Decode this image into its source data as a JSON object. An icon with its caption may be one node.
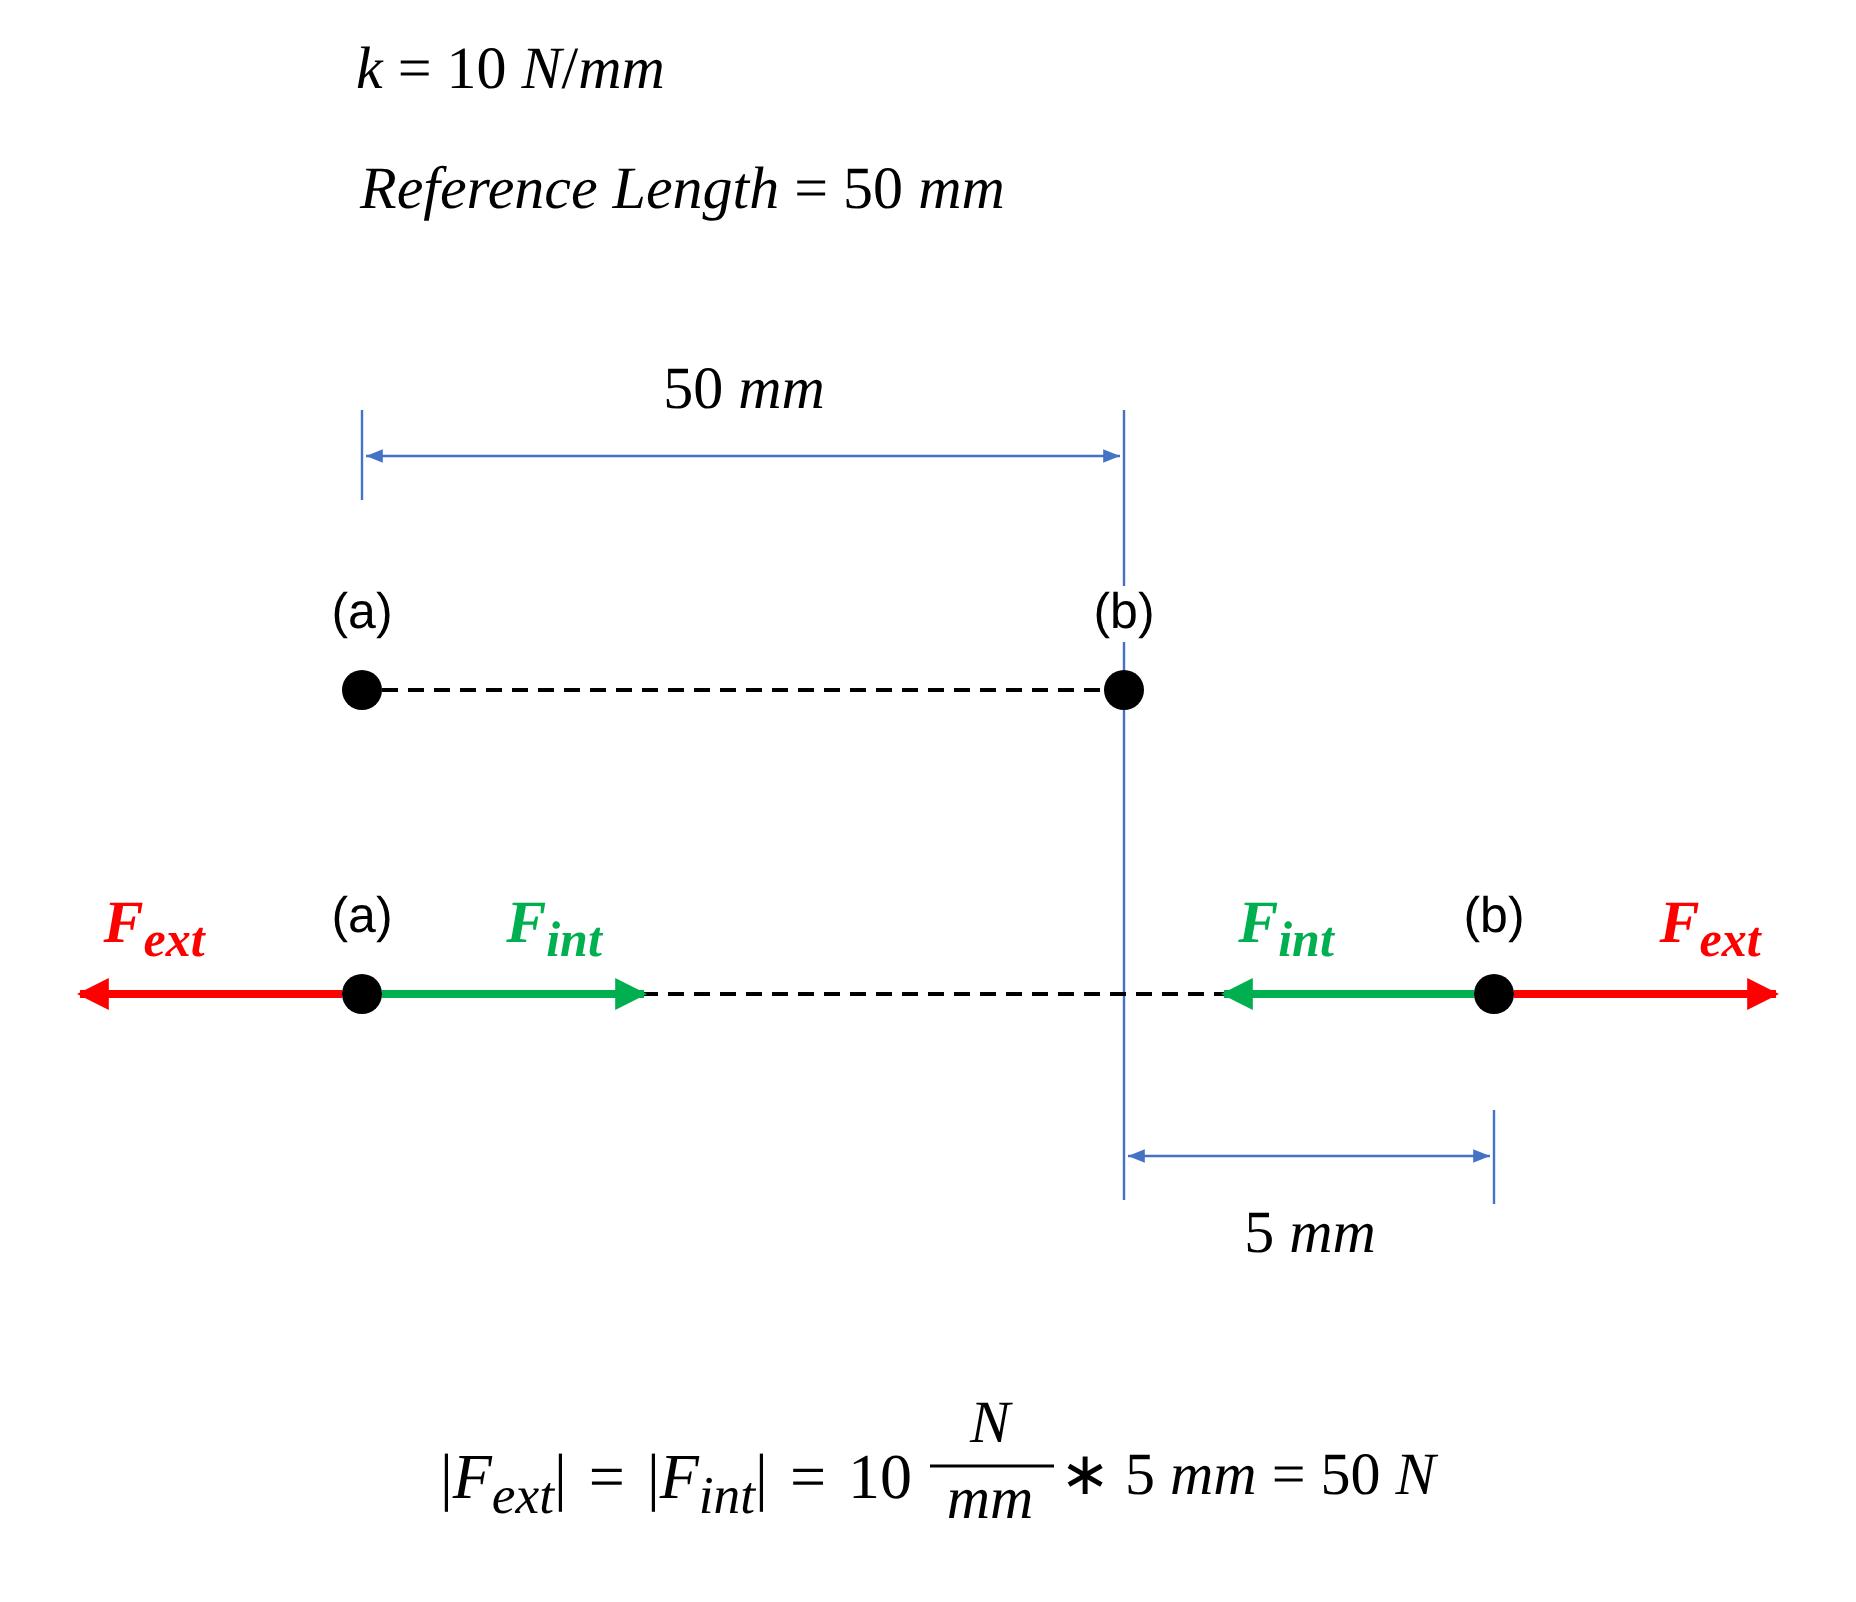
{
  "diagram": {
    "nodes": [
      {
        "text": [],
        "shape": "circle",
        "beside": [
          "(a)"
        ]
      },
      {
        "text": [],
        "shape": "circle",
        "beside": [
          "(b)"
        ]
      },
      {
        "text": [],
        "shape": "circle",
        "beside": [
          "(a)"
        ]
      },
      {
        "text": [],
        "shape": "circle",
        "beside": [
          "(b)"
        ]
      }
    ],
    "edges": [
      {
        "from": 0,
        "to": 1,
        "arrow": "none",
        "style": "dashed"
      },
      {
        "from": 2,
        "to": 3,
        "arrow": "none",
        "style": "dashed"
      }
    ],
    "labels": [
      "*k* = 10 *N*/*mm*",
      "*Reference Length* = 50 *mm*",
      "50 *mm*",
      "F$_{ext}$",
      "F$_{int}$",
      "F$_{int}$",
      "F$_{ext}$",
      "5 *mm*",
      "|*F*$_{ext}$| = |*F*$_{int}$| = 10",
      "*N*",
      "*mm*",
      "∗ 5 *mm* = 50 *N*"
    ]
  }
}
